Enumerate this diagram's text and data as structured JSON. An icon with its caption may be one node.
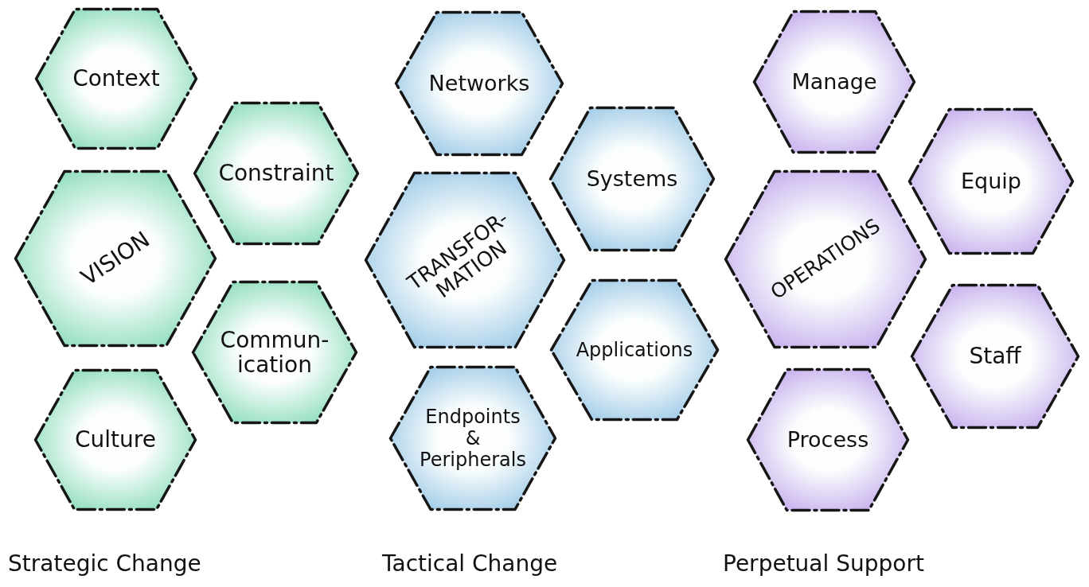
{
  "diagram": {
    "nodes": [
      {
        "text": [
          "Context"
        ]
      },
      {
        "text": [
          "Constraint"
        ]
      },
      {
        "text": [
          "VISION"
        ]
      },
      {
        "text": [
          "Commun- ication"
        ]
      },
      {
        "text": [
          "Culture"
        ]
      },
      {
        "text": [
          "Networks"
        ]
      },
      {
        "text": [
          "Systems"
        ]
      },
      {
        "text": [
          "TRANSFOR- MATION"
        ]
      },
      {
        "text": [
          "Applications"
        ]
      },
      {
        "text": [
          "Endpoints & Peripherals"
        ]
      },
      {
        "text": [
          "Manage"
        ]
      },
      {
        "text": [
          "Equip"
        ]
      },
      {
        "text": [
          "OPERATIONS"
        ]
      },
      {
        "text": [
          "Staff"
        ]
      },
      {
        "text": [
          "Process"
        ]
      }
    ],
    "labels": [
      "Strategic Change",
      "Tactical Change",
      "Perpetual Support"
    ]
  }
}
